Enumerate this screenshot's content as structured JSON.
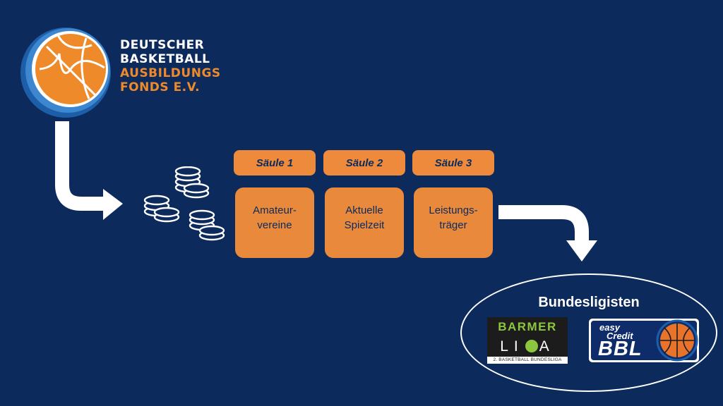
{
  "logo": {
    "lines_white": [
      "DEUTSCHER",
      "BASKETBALL"
    ],
    "lines_orange": [
      "AUSBILDUNGS",
      "FONDS E.V."
    ],
    "icon": "basketball-logo-icon"
  },
  "pillars": [
    {
      "head": "Säule 1",
      "body": "Amateur-\nvereine"
    },
    {
      "head": "Säule 2",
      "body": "Aktuelle\nSpielzeit"
    },
    {
      "head": "Säule 3",
      "body": "Leistungs-\nträger"
    }
  ],
  "recipients": {
    "title": "Bundesligisten",
    "barmer": {
      "top": "BARMER",
      "mid_left": "LI",
      "mid_right": "A",
      "sub": "2. BASKETBALL BUNDESLIGA"
    },
    "bbl": {
      "easy": "easy",
      "credit": "Credit",
      "text": "BBL"
    }
  },
  "colors": {
    "background": "#0d2a5c",
    "accent": "#ee8a2a",
    "white": "#ffffff",
    "barmer_green": "#8cc63e"
  },
  "icons": [
    "basketball-logo-icon",
    "arrow-down-right-icon",
    "coins-icon",
    "arrow-right-down-icon",
    "basketball-icon"
  ]
}
